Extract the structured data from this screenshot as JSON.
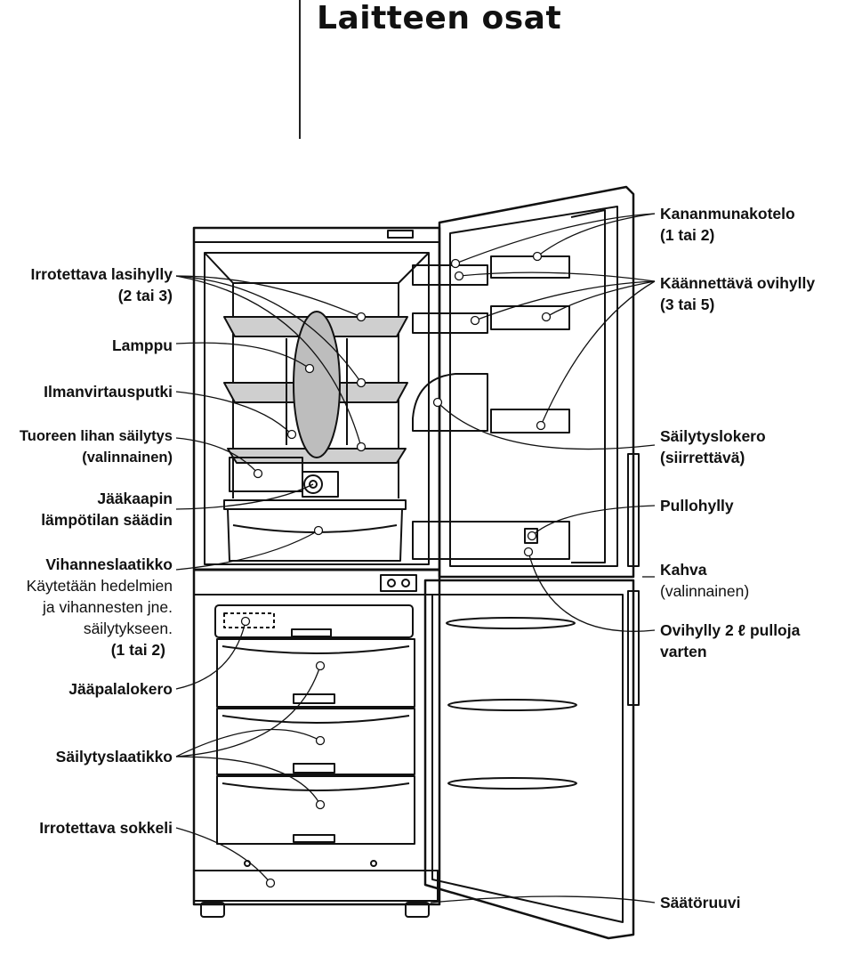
{
  "title": "Laitteen osat",
  "labels": {
    "removable_glass_shelf": [
      "Irrotettava lasihylly",
      "(2 tai 3)"
    ],
    "lamp": [
      "Lamppu"
    ],
    "air_duct": [
      "Ilmanvirtausputki"
    ],
    "fresh_meat": [
      "Tuoreen lihan säilytys",
      "(valinnainen)"
    ],
    "thermostat": [
      "Jääkaapin",
      "lämpötilan säädin"
    ],
    "vegetable_box": [
      "Vihanneslaatikko",
      "Käytetään hedelmien",
      "ja vihannesten jne.",
      "säilytykseen.",
      "(1 tai 2)"
    ],
    "ice_tray": [
      "Jääpalalokero"
    ],
    "storage_drawer": [
      "Säilytyslaatikko"
    ],
    "removable_plinth": [
      "Irrotettava sokkeli"
    ],
    "egg_box": [
      "Kananmunakotelo",
      "(1 tai 2)"
    ],
    "door_shelf": [
      "Käännettävä ovihylly",
      "(3 tai 5)"
    ],
    "storage_compartment": [
      "Säilytyslokero",
      "(siirrettävä)"
    ],
    "bottle_shelf": [
      "Pullohylly"
    ],
    "handle": [
      "Kahva",
      "(valinnainen)"
    ],
    "door_bottle_shelf": [
      "Ovihylly 2 ℓ pulloja",
      "varten"
    ],
    "adjust_screw": [
      "Säätöruuvi"
    ]
  }
}
